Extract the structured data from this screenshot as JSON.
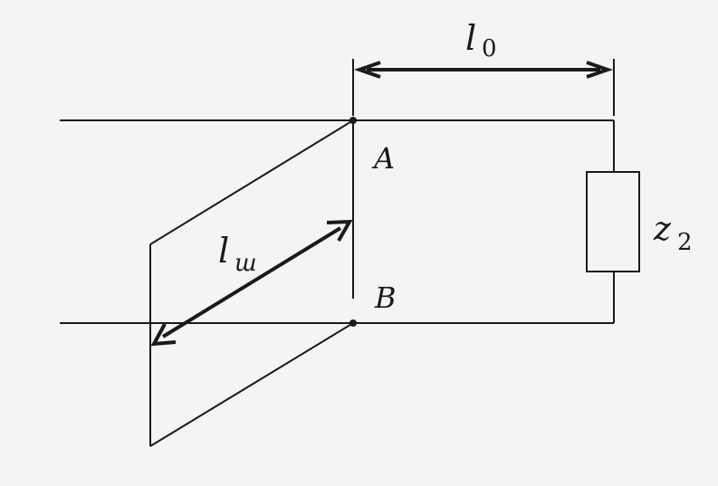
{
  "labels": {
    "l0_main": "l",
    "l0_sub": "0",
    "lw_main": "l",
    "lw_sub": "ш",
    "point_a": "A",
    "point_b": "B",
    "z2_main": "z",
    "z2_sub": "2"
  },
  "colors": {
    "line": "#1a1a1a",
    "background": "#f4f4f2"
  }
}
